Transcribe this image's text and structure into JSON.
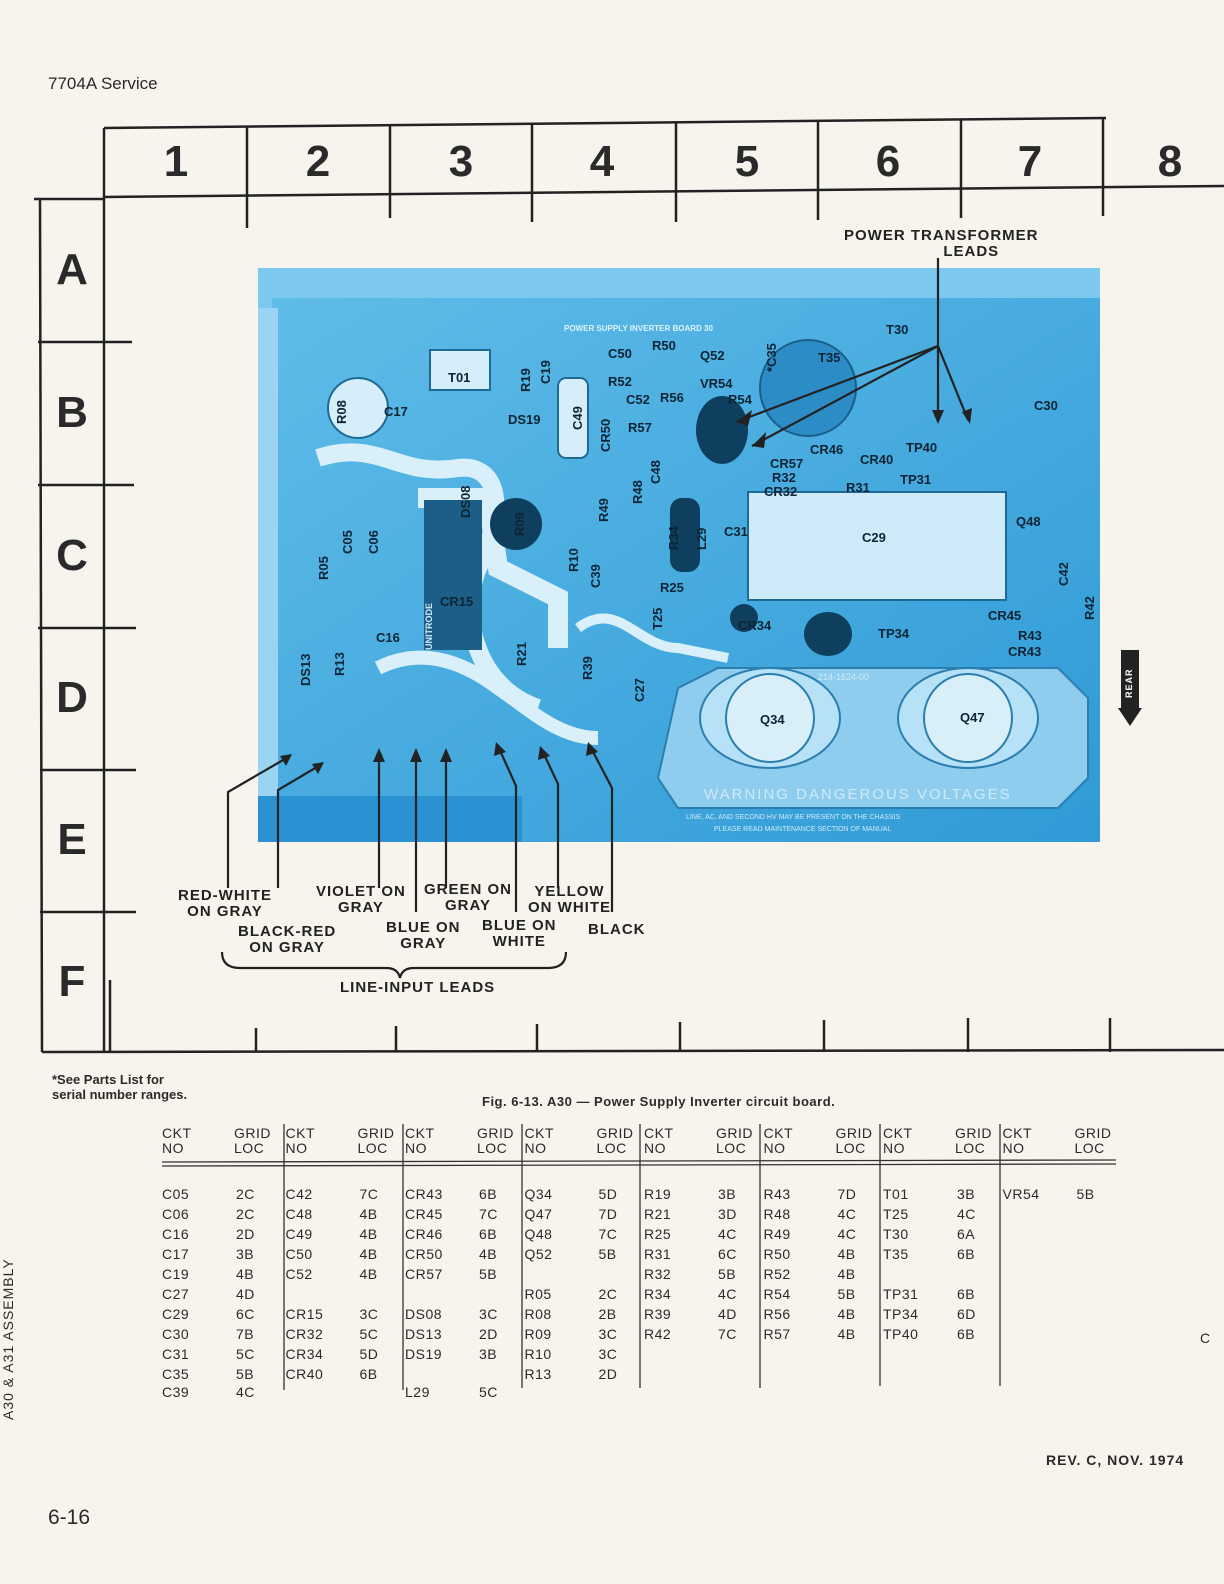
{
  "header": {
    "title": "7704A Service"
  },
  "grid": {
    "columns": [
      "1",
      "2",
      "3",
      "4",
      "5",
      "6",
      "7",
      "8"
    ],
    "rows": [
      "A",
      "B",
      "C",
      "D",
      "E",
      "F"
    ]
  },
  "board": {
    "silkscreen_title": "POWER SUPPLY INVERTER BOARD 30",
    "warning": "WARNING DANGEROUS VOLTAGES",
    "warning_sub1": "LINE, AC, AND SECOND HV MAY BE PRESENT ON THE CHASSIS",
    "warning_sub2": "PLEASE READ MAINTENANCE SECTION OF MANUAL",
    "part_number": "214-1624-00",
    "rear_label": "REAR",
    "components": [
      {
        "label": "T01"
      },
      {
        "label": "R19"
      },
      {
        "label": "C19"
      },
      {
        "label": "C50"
      },
      {
        "label": "R50"
      },
      {
        "label": "Q52"
      },
      {
        "label": "*C35"
      },
      {
        "label": "T35"
      },
      {
        "label": "T30"
      },
      {
        "label": "R52"
      },
      {
        "label": "VR54"
      },
      {
        "label": "C52"
      },
      {
        "label": "R56"
      },
      {
        "label": "R54"
      },
      {
        "label": "R08"
      },
      {
        "label": "C17"
      },
      {
        "label": "DS19"
      },
      {
        "label": "C49"
      },
      {
        "label": "CR50"
      },
      {
        "label": "R57"
      },
      {
        "label": "C30"
      },
      {
        "label": "CR46"
      },
      {
        "label": "TP40"
      },
      {
        "label": "CR57"
      },
      {
        "label": "CR40"
      },
      {
        "label": "R32"
      },
      {
        "label": "CR32"
      },
      {
        "label": "R31"
      },
      {
        "label": "TP31"
      },
      {
        "label": "DS08"
      },
      {
        "label": "R48"
      },
      {
        "label": "C48"
      },
      {
        "label": "R09"
      },
      {
        "label": "R49"
      },
      {
        "label": "C05"
      },
      {
        "label": "C06"
      },
      {
        "label": "R05"
      },
      {
        "label": "R34"
      },
      {
        "label": "L29"
      },
      {
        "label": "C31"
      },
      {
        "label": "C29"
      },
      {
        "label": "Q48"
      },
      {
        "label": "R10"
      },
      {
        "label": "C39"
      },
      {
        "label": "R25"
      },
      {
        "label": "C42"
      },
      {
        "label": "CR15"
      },
      {
        "label": "T25"
      },
      {
        "label": "CR34"
      },
      {
        "label": "TP34"
      },
      {
        "label": "CR45"
      },
      {
        "label": "R42"
      },
      {
        "label": "C16"
      },
      {
        "label": "R43"
      },
      {
        "label": "CR43"
      },
      {
        "label": "R21"
      },
      {
        "label": "DS13"
      },
      {
        "label": "R13"
      },
      {
        "label": "R39"
      },
      {
        "label": "C27"
      },
      {
        "label": "Q34"
      },
      {
        "label": "Q47"
      },
      {
        "label": "UNITRODE"
      }
    ]
  },
  "callouts": {
    "power_transformer_line1": "POWER TRANSFORMER",
    "power_transformer_line2": "LEADS",
    "red_white_1": "RED-WHITE",
    "red_white_2": "ON GRAY",
    "black_red_1": "BLACK-RED",
    "black_red_2": "ON GRAY",
    "violet_1": "VIOLET ON",
    "violet_2": "GRAY",
    "blue_gray_1": "BLUE ON",
    "blue_gray_2": "GRAY",
    "green_1": "GREEN ON",
    "green_2": "GRAY",
    "blue_white_1": "BLUE ON",
    "blue_white_2": "WHITE",
    "yellow_1": "YELLOW",
    "yellow_2": "ON WHITE",
    "black": "BLACK",
    "line_input": "LINE-INPUT LEADS"
  },
  "notes": {
    "see_parts_1": "*See Parts List for",
    "see_parts_2": "serial number ranges.",
    "caption": "Fig. 6-13. A30 — Power Supply Inverter circuit board."
  },
  "table": {
    "headers": {
      "ckt1": "CKT",
      "ckt2": "NO",
      "grid1": "GRID",
      "grid2": "LOC"
    },
    "columns": [
      {
        "rows": [
          [
            "C05",
            "2C"
          ],
          [
            "C06",
            "2C"
          ],
          [
            "C16",
            "2D"
          ],
          [
            "C17",
            "3B"
          ],
          [
            "C19",
            "4B"
          ],
          [
            "C27",
            "4D"
          ],
          [
            "C29",
            "6C"
          ],
          [
            "C30",
            "7B"
          ],
          [
            "C31",
            "5C"
          ],
          [
            "C35",
            "5B"
          ],
          [
            "C39",
            "4C"
          ]
        ]
      },
      {
        "rows": [
          [
            "C42",
            "7C"
          ],
          [
            "C48",
            "4B"
          ],
          [
            "C49",
            "4B"
          ],
          [
            "C50",
            "4B"
          ],
          [
            "C52",
            "4B"
          ],
          [
            "",
            ""
          ],
          [
            "CR15",
            "3C"
          ],
          [
            "CR32",
            "5C"
          ],
          [
            "CR34",
            "5D"
          ],
          [
            "CR40",
            "6B"
          ]
        ]
      },
      {
        "rows": [
          [
            "CR43",
            "6B"
          ],
          [
            "CR45",
            "7C"
          ],
          [
            "CR46",
            "6B"
          ],
          [
            "CR50",
            "4B"
          ],
          [
            "CR57",
            "5B"
          ],
          [
            "",
            ""
          ],
          [
            "DS08",
            "3C"
          ],
          [
            "DS13",
            "2D"
          ],
          [
            "DS19",
            "3B"
          ],
          [
            "",
            ""
          ],
          [
            "L29",
            "5C"
          ]
        ]
      },
      {
        "rows": [
          [
            "Q34",
            "5D"
          ],
          [
            "Q47",
            "7D"
          ],
          [
            "Q48",
            "7C"
          ],
          [
            "Q52",
            "5B"
          ],
          [
            "",
            ""
          ],
          [
            "R05",
            "2C"
          ],
          [
            "R08",
            "2B"
          ],
          [
            "R09",
            "3C"
          ],
          [
            "R10",
            "3C"
          ],
          [
            "R13",
            "2D"
          ]
        ]
      },
      {
        "rows": [
          [
            "R19",
            "3B"
          ],
          [
            "R21",
            "3D"
          ],
          [
            "R25",
            "4C"
          ],
          [
            "R31",
            "6C"
          ],
          [
            "R32",
            "5B"
          ],
          [
            "R34",
            "4C"
          ],
          [
            "R39",
            "4D"
          ],
          [
            "R42",
            "7C"
          ]
        ]
      },
      {
        "rows": [
          [
            "R43",
            "7D"
          ],
          [
            "R48",
            "4C"
          ],
          [
            "R49",
            "4C"
          ],
          [
            "R50",
            "4B"
          ],
          [
            "R52",
            "4B"
          ],
          [
            "R54",
            "5B"
          ],
          [
            "R56",
            "4B"
          ],
          [
            "R57",
            "4B"
          ]
        ]
      },
      {
        "rows": [
          [
            "T01",
            "3B"
          ],
          [
            "T25",
            "4C"
          ],
          [
            "T30",
            "6A"
          ],
          [
            "T35",
            "6B"
          ],
          [
            "",
            ""
          ],
          [
            "TP31",
            "6B"
          ],
          [
            "TP34",
            "6D"
          ],
          [
            "TP40",
            "6B"
          ]
        ]
      },
      {
        "rows": [
          [
            "VR54",
            "5B"
          ]
        ]
      }
    ]
  },
  "footer": {
    "revision": "REV. C, NOV. 1974",
    "page_number": "6-16",
    "side_label": "A30 & A31 ASSEMBLY",
    "edge_letter": "C"
  },
  "colors": {
    "board_blue": "#3aa6de",
    "board_light": "#a9dcf5",
    "ink": "#222222",
    "paper": "#f6f4ec"
  }
}
